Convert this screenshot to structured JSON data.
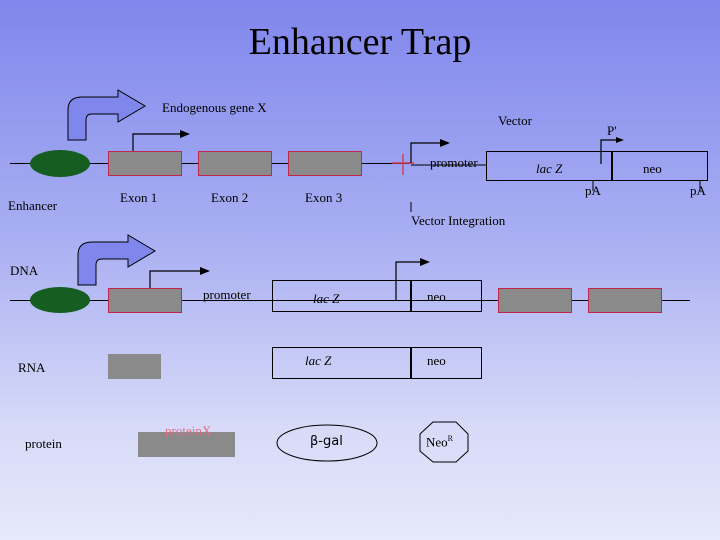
{
  "title": "Enhancer Trap",
  "labels": {
    "endogenous_gene": "Endogenous gene X",
    "vector": "Vector",
    "p_prime": "P'",
    "promoter_top": "promoter",
    "lacz_top": "lac Z",
    "neo_top": "neo",
    "pa_1": "pA",
    "pa_2": "pA",
    "enhancer": "Enhancer",
    "exon1": "Exon 1",
    "exon2": "Exon 2",
    "exon3": "Exon 3",
    "vector_integration": "Vector Integration",
    "dna": "DNA",
    "promoter_mid": "promoter",
    "lacz_mid": "lac Z",
    "neo_mid": "neo",
    "rna": "RNA",
    "lacz_rna": "lac Z",
    "neo_rna": "neo",
    "protein": "protein",
    "protein_x": "proteinX",
    "beta_gal": "β-gal",
    "neo_r": "Neo",
    "neo_r_sup": "R"
  },
  "colors": {
    "enhancer": "#155d20",
    "exon_fill": "#8a8a8a",
    "exon_border": "#c2274b",
    "insertion_mark": "#d23c5a",
    "arrow_fill": "#7f86ec"
  }
}
